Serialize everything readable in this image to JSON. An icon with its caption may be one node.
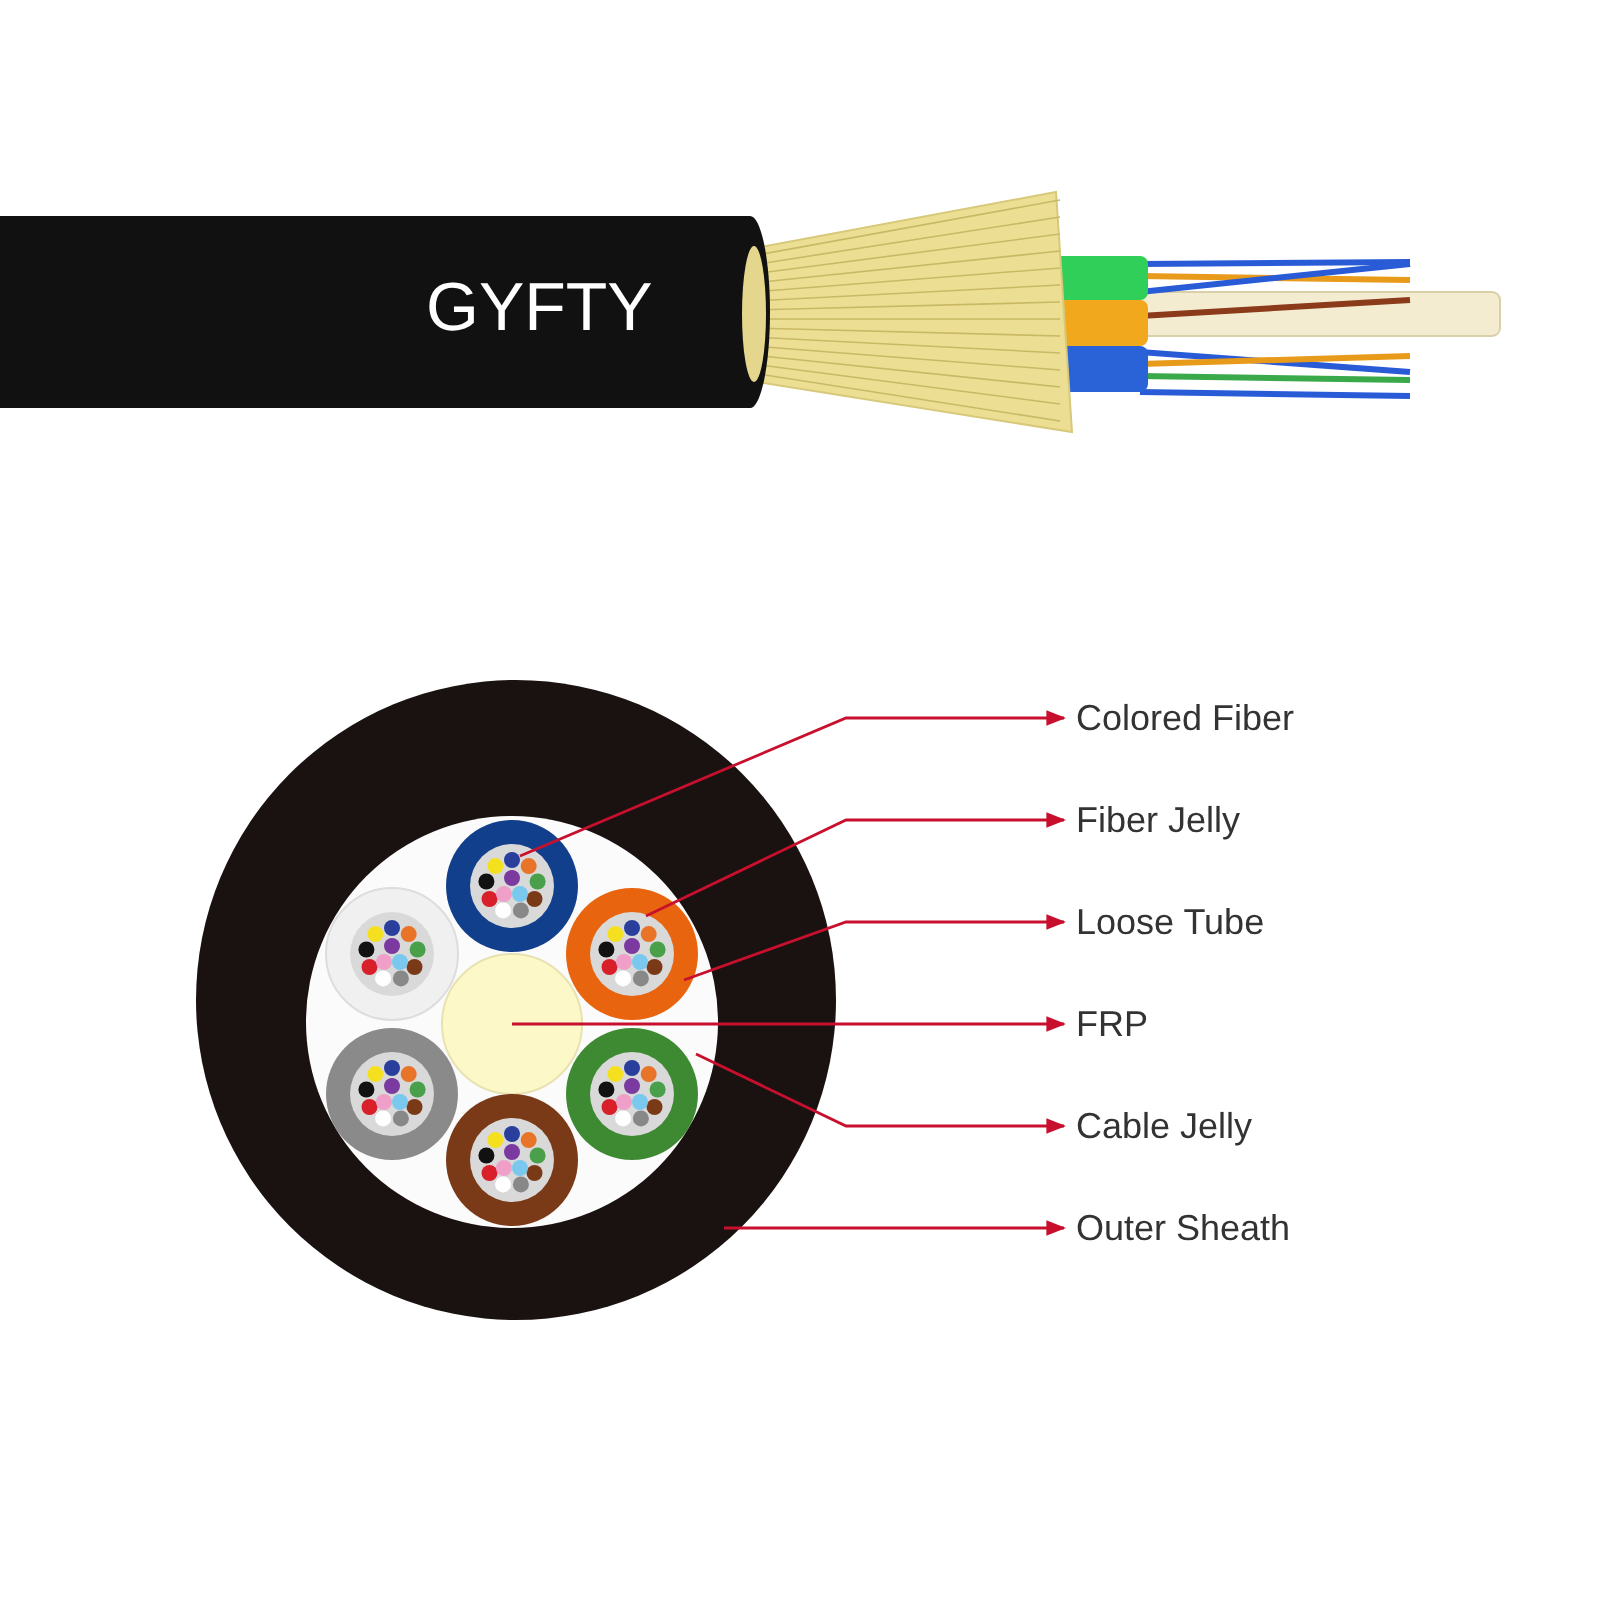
{
  "diagram": {
    "nodes": [
      {
        "text": [
          "Colored Fiber"
        ]
      },
      {
        "text": [
          "Fiber Jelly"
        ]
      },
      {
        "text": [
          "Loose Tube"
        ]
      },
      {
        "text": [
          "FRP"
        ]
      },
      {
        "text": [
          "Cable Jelly"
        ]
      },
      {
        "text": [
          "Outer Sheath"
        ]
      },
      {
        "text": [],
        "shape": "circle",
        "in": 12
      },
      {
        "text": [],
        "shape": "circle",
        "in": 8
      },
      {
        "text": [],
        "shape": "circle",
        "in": 10
      },
      {
        "text": [],
        "shape": "circle",
        "in": 10
      },
      {
        "text": [],
        "shape": "circle",
        "in": 11
      },
      {
        "text": [],
        "shape": "circle"
      },
      {
        "text": [],
        "shape": "circle",
        "in": 10
      },
      {
        "text": [],
        "shape": "circle",
        "in": 10
      },
      {
        "text": [],
        "shape": "circle",
        "in": 10
      },
      {
        "text": [],
        "shape": "circle",
        "in": 10
      },
      {
        "text": [],
        "shape": "circle",
        "in": 10
      }
    ],
    "edges": [
      {
        "from": 6,
        "to": 0,
        "arrow": "to"
      },
      {
        "from": 7,
        "to": 1,
        "arrow": "to"
      },
      {
        "from": 8,
        "to": 2,
        "arrow": "to"
      },
      {
        "from": 9,
        "to": 3,
        "arrow": "to"
      },
      {
        "from": 10,
        "to": 4,
        "arrow": "to"
      },
      {
        "from": 11,
        "to": 5,
        "arrow": "to"
      }
    ],
    "labels": [
      "GYFTY"
    ]
  }
}
